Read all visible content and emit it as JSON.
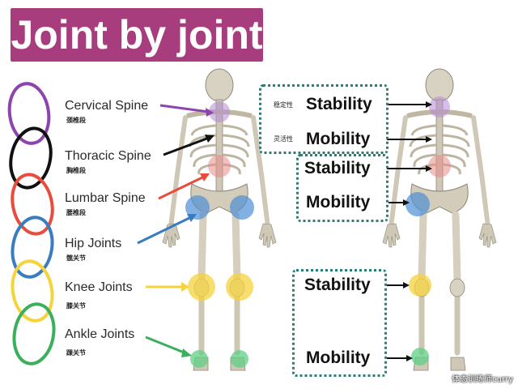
{
  "title": "Joint by joint",
  "colors": {
    "title_bg": "#a83d7e",
    "box_border": "#2d7d74",
    "ring_colors": [
      "#8e44ad",
      "#111111",
      "#e74c3c",
      "#3a7cc2",
      "#f5d33d",
      "#3aaf5c"
    ]
  },
  "joints": [
    {
      "name": "Cervical Spine",
      "cn": "颈椎段",
      "color": "#8e44ad"
    },
    {
      "name": "Thoracic Spine",
      "cn": "胸椎段",
      "color": "#111111"
    },
    {
      "name": "Lumbar Spine",
      "cn": "腰椎段",
      "color": "#e74c3c"
    },
    {
      "name": "Hip Joints",
      "cn": "髋关节",
      "color": "#3a7cc2"
    },
    {
      "name": "Knee Joints",
      "cn": "膝关节",
      "color": "#f5d33d"
    },
    {
      "name": "Ankle Joints",
      "cn": "踝关节",
      "color": "#3aaf5c"
    }
  ],
  "right_labels": {
    "stability_cn": "稳定性",
    "mobility_cn": "灵活性",
    "items": [
      "Stability",
      "Mobility",
      "Stability",
      "Mobility",
      "Stability",
      "Mobility"
    ]
  },
  "watermark": "体态训练师curry"
}
